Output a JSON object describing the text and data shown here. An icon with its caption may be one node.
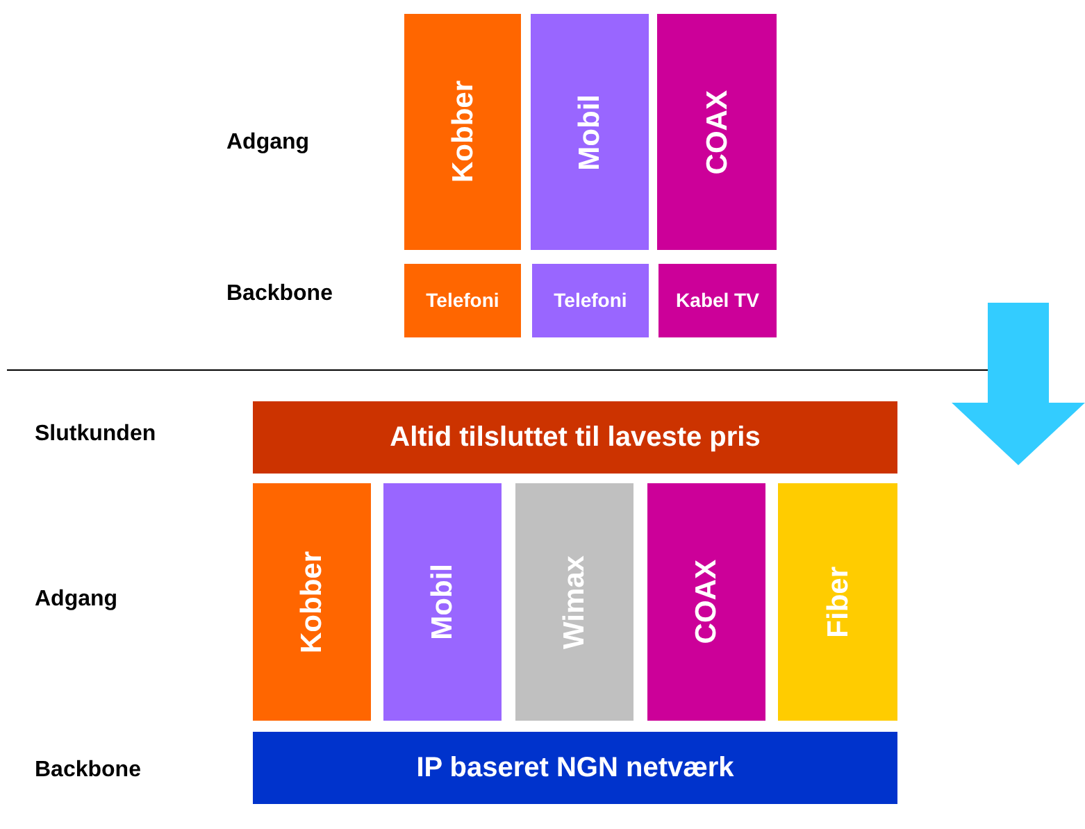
{
  "diagram": {
    "nodes": [
      {
        "text": [
          "Kobber"
        ]
      },
      {
        "text": [
          "Mobil"
        ]
      },
      {
        "text": [
          "COAX"
        ]
      },
      {
        "text": [
          "Telefoni"
        ]
      },
      {
        "text": [
          "Telefoni"
        ]
      },
      {
        "text": [
          "Kabel TV"
        ]
      },
      {
        "text": [
          "Altid tilsluttet til laveste pris"
        ]
      },
      {
        "text": [
          "Kobber"
        ]
      },
      {
        "text": [
          "Mobil"
        ]
      },
      {
        "text": [
          "Wimax"
        ]
      },
      {
        "text": [
          "COAX"
        ]
      },
      {
        "text": [
          "Fiber"
        ]
      },
      {
        "text": [
          "IP baseret NGN netværk"
        ]
      }
    ],
    "labels": [
      "Adgang",
      "Backbone",
      "Slutkunden",
      "Adgang",
      "Backbone"
    ]
  }
}
